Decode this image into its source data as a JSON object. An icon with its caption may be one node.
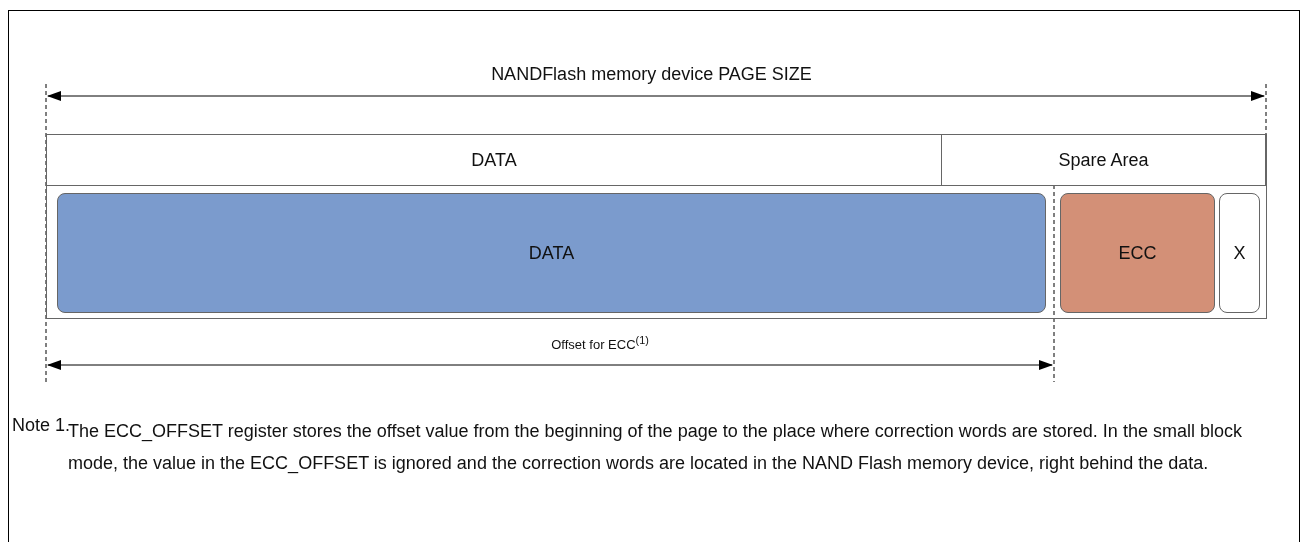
{
  "diagram": {
    "nodes": [
      {
        "text": [
          "DATA"
        ]
      },
      {
        "text": [
          "Spare Area"
        ]
      },
      {
        "text": [
          "DATA"
        ]
      },
      {
        "text": [
          "ECC"
        ]
      },
      {
        "text": [
          "X"
        ]
      }
    ],
    "labels": [
      "NANDFlash memory device PAGE SIZE",
      "Offset for ECC$^{(1)}$",
      "Note 1.",
      "The ECC_OFFSET register stores the offset value from the beginning of the page to the place where correction words are stored. In the small block mode, the value in the ECC_OFFSET is ignored and the correction words are located in the NAND Flash memory device, right behind the data."
    ]
  }
}
